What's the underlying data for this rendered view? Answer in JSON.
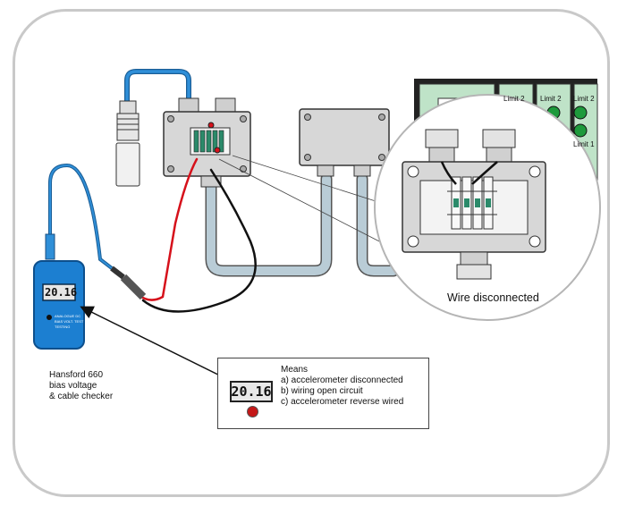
{
  "device_label": {
    "line1": "Hansford 660",
    "line2": "bias voltage",
    "line3": "& cable checker"
  },
  "device_display_reading": "20.16",
  "device_panel_text": {
    "row1": "ANALOGUE DC",
    "row2": "BIAS VOLT. TEST",
    "row3": "TESTING"
  },
  "callout": {
    "label": "Wire disconnected"
  },
  "panel_labels": [
    "Limit 2",
    "Limit 2",
    "Limit 2",
    "Limit 1"
  ],
  "means_box": {
    "title": "Means",
    "items": [
      "a) accelerometer disconnected",
      "b) wiring open circuit",
      "c) accelerometer reverse wired"
    ],
    "display_reading": "20.16"
  },
  "colors": {
    "device_blue": "#1c7fd1",
    "conduit": "#b9ccd6",
    "panel_green": "#bfe3c8",
    "red_wire": "#d6111b",
    "black_wire": "#111111",
    "cable_blue": "#2f8fd8"
  }
}
